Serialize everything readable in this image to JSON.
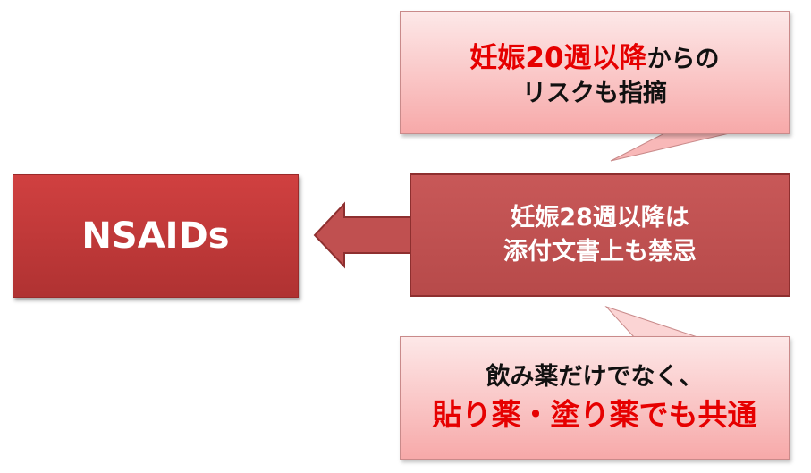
{
  "nsaid_label": "NSAIDs",
  "center": {
    "line1": "妊娠28週以降は",
    "line2": "添付文書上も禁忌"
  },
  "callout_top": {
    "highlight": "妊娠20週以降",
    "rest": "からの",
    "line2": "リスクも指摘"
  },
  "callout_bottom": {
    "line1": "飲み薬だけでなく、",
    "line2": "貼り薬・塗り薬でも共通"
  },
  "colors": {
    "accent_red": "#e60000",
    "box_red": "#c04040",
    "callout_pink": "#f8b4b4"
  }
}
